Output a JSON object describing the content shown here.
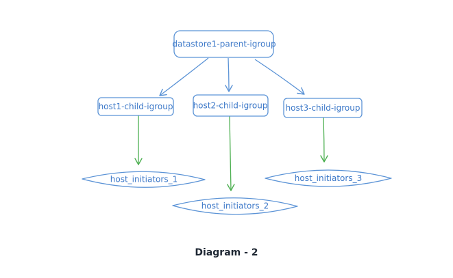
{
  "nodes": {
    "parent": {
      "label": "datastore1-parent-igroup"
    },
    "child1": {
      "label": "host1-child-igroup"
    },
    "child2": {
      "label": "host2-child-igroup"
    },
    "child3": {
      "label": "host3-child-igroup"
    },
    "initiators1": {
      "label": "host_initiators_1"
    },
    "initiators2": {
      "label": "host_initiators_2"
    },
    "initiators3": {
      "label": "host_initiators_3"
    }
  },
  "colors": {
    "node_stroke": "#5b93d6",
    "node_text": "#3c78c8",
    "blue_arrow": "#5b93d6",
    "green_arrow": "#4caf50",
    "caption_text": "#1e2733"
  },
  "caption": "Diagram - 2"
}
